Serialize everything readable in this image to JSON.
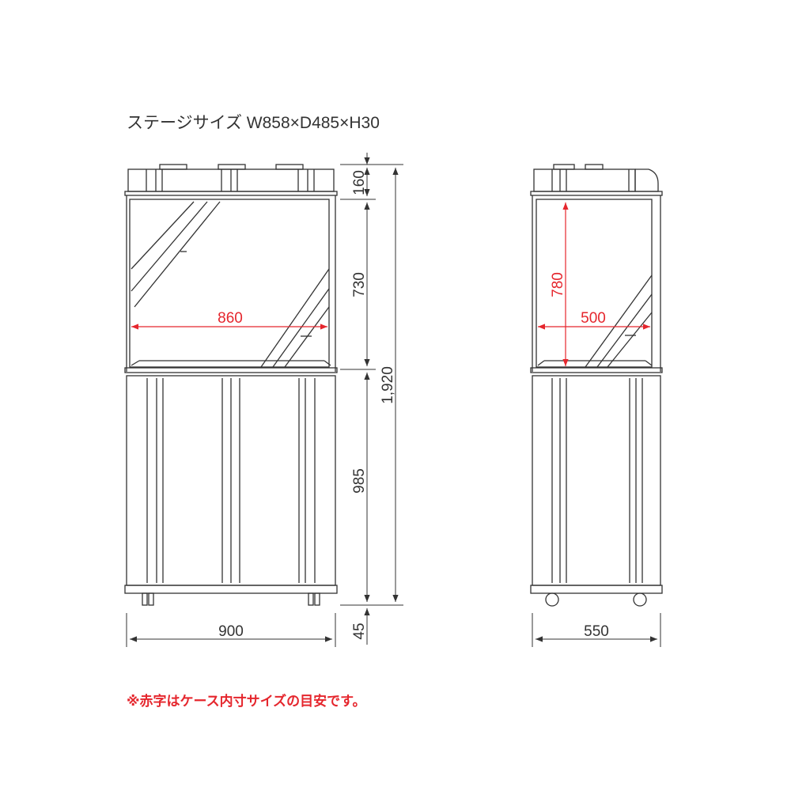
{
  "stage_size": "ステージサイズ W858×D485×H30",
  "front_view": {
    "width": "900",
    "inner_width": "860",
    "dim_top": "160",
    "dim_tank": "730",
    "dim_cabinet": "985",
    "dim_leg": "45",
    "dim_total": "1,920"
  },
  "side_view": {
    "depth": "550",
    "inner_depth": "500",
    "inner_height": "780"
  },
  "note": "※赤字はケース内寸サイズの目安です。",
  "colors": {
    "line": "#333333",
    "red": "#e5262d"
  }
}
